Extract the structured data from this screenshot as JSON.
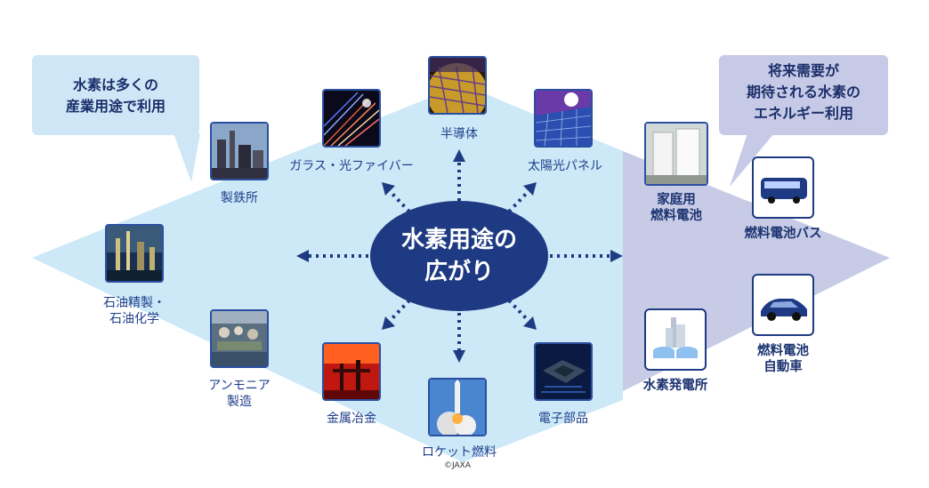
{
  "center": {
    "line1": "水素用途の",
    "line2": "広がり"
  },
  "callout_left": {
    "line1": "水素は多くの",
    "line2": "産業用途で利用"
  },
  "callout_right": {
    "line1": "将来需要が",
    "line2": "期待される水素の",
    "line3": "エネルギー利用"
  },
  "industrial": {
    "semiconductor": "半導体",
    "glass_fiber": "ガラス・光ファイバー",
    "solar_panel": "太陽光パネル",
    "steelworks": "製鉄所",
    "petroleum_line1": "石油精製・",
    "petroleum_line2": "石油化学",
    "ammonia_line1": "アンモニア",
    "ammonia_line2": "製造",
    "metallurgy": "金属冶金",
    "rocket_fuel": "ロケット燃料",
    "rocket_credit": "©JAXA",
    "electronics": "電子部品"
  },
  "energy": {
    "home_fc_line1": "家庭用",
    "home_fc_line2": "燃料電池",
    "fc_bus": "燃料電池バス",
    "h2_plant": "水素発電所",
    "fcv_line1": "燃料電池",
    "fcv_line2": "自動車"
  },
  "colors": {
    "left_band": "#cde9f8",
    "right_band": "#c8cbe6",
    "center_ellipse": "#1d3a82",
    "callout_left": "#cfe6f6",
    "callout_right": "#c6cae6",
    "arrow": "#1d3a82"
  },
  "icons": {
    "semiconductor": "wafer-photo",
    "glass_fiber": "optical-fiber-photo",
    "solar_panel": "solar-panel-photo",
    "steelworks": "steel-plant-photo",
    "petroleum": "refinery-photo",
    "ammonia": "chemical-plant-photo",
    "metallurgy": "molten-metal-photo",
    "rocket_fuel": "rocket-launch-photo",
    "electronics": "chip-photo",
    "home_fc": "home-fuel-cell-photo",
    "fc_bus": "bus-icon",
    "h2_plant": "power-plant-icon",
    "fcv": "car-icon"
  }
}
